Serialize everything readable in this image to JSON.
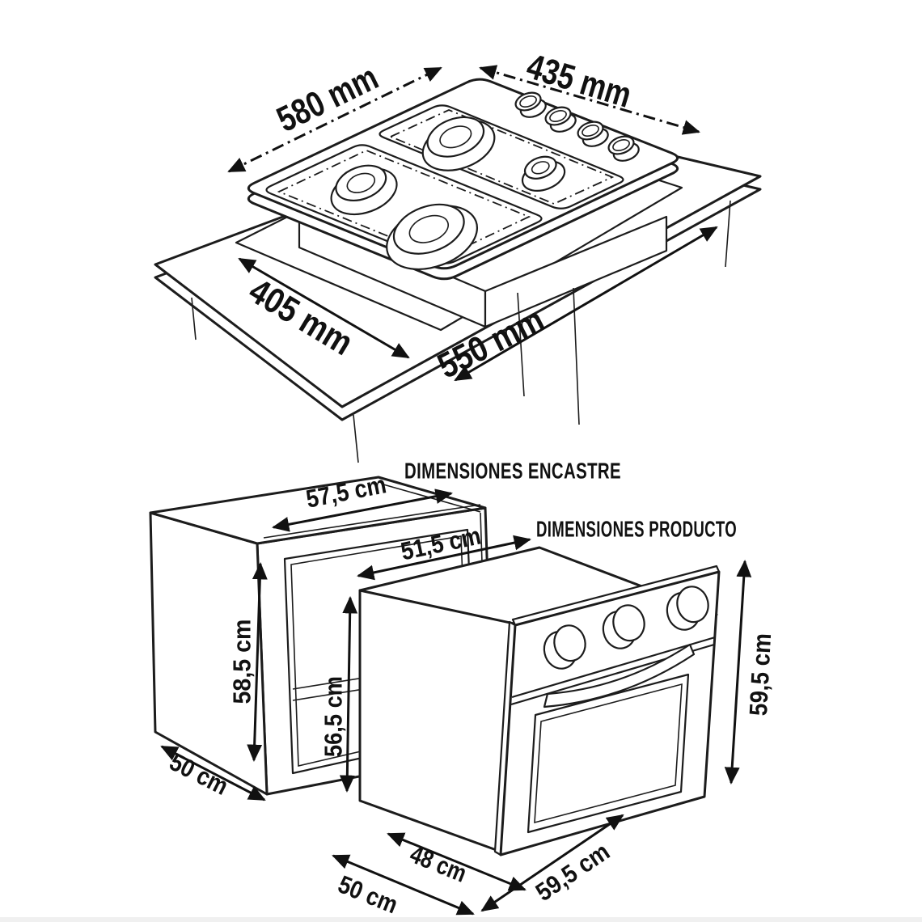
{
  "colors": {
    "background": "#ffffff",
    "line": "#1c1c1c",
    "text": "#111111"
  },
  "hob_diagram": {
    "labels": {
      "top_width": "580 mm",
      "top_depth": "435 mm",
      "cutout_width": "405 mm",
      "cutout_depth": "550 mm"
    }
  },
  "encastre": {
    "title": "DIMENSIONES ENCASTRE",
    "labels": {
      "top_width": "57,5 cm",
      "inner_depth": "51,5 cm",
      "outer_height": "58,5 cm",
      "inner_height": "56,5 cm",
      "side_depth": "50 cm"
    }
  },
  "producto": {
    "title": "DIMENSIONES PRODUCTO",
    "labels": {
      "base_width": "48 cm",
      "base_depth": "50 cm",
      "front_width": "59,5 cm",
      "height": "59,5 cm"
    }
  }
}
